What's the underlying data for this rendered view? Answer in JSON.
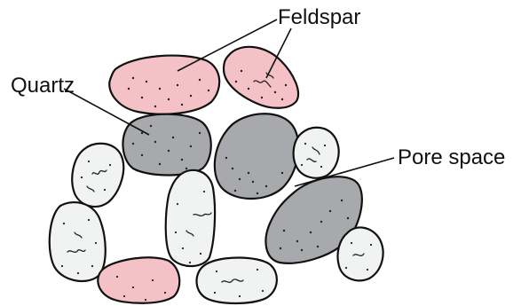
{
  "labels": {
    "feldspar": "Feldspar",
    "quartz": "Quartz",
    "pore_space": "Pore space"
  },
  "colors": {
    "feldspar_fill": "#f4c2c6",
    "quartz_fill": "#a7a9ac",
    "grain_fill": "#f1f2f2",
    "outline": "#111111",
    "background": "#ffffff"
  }
}
